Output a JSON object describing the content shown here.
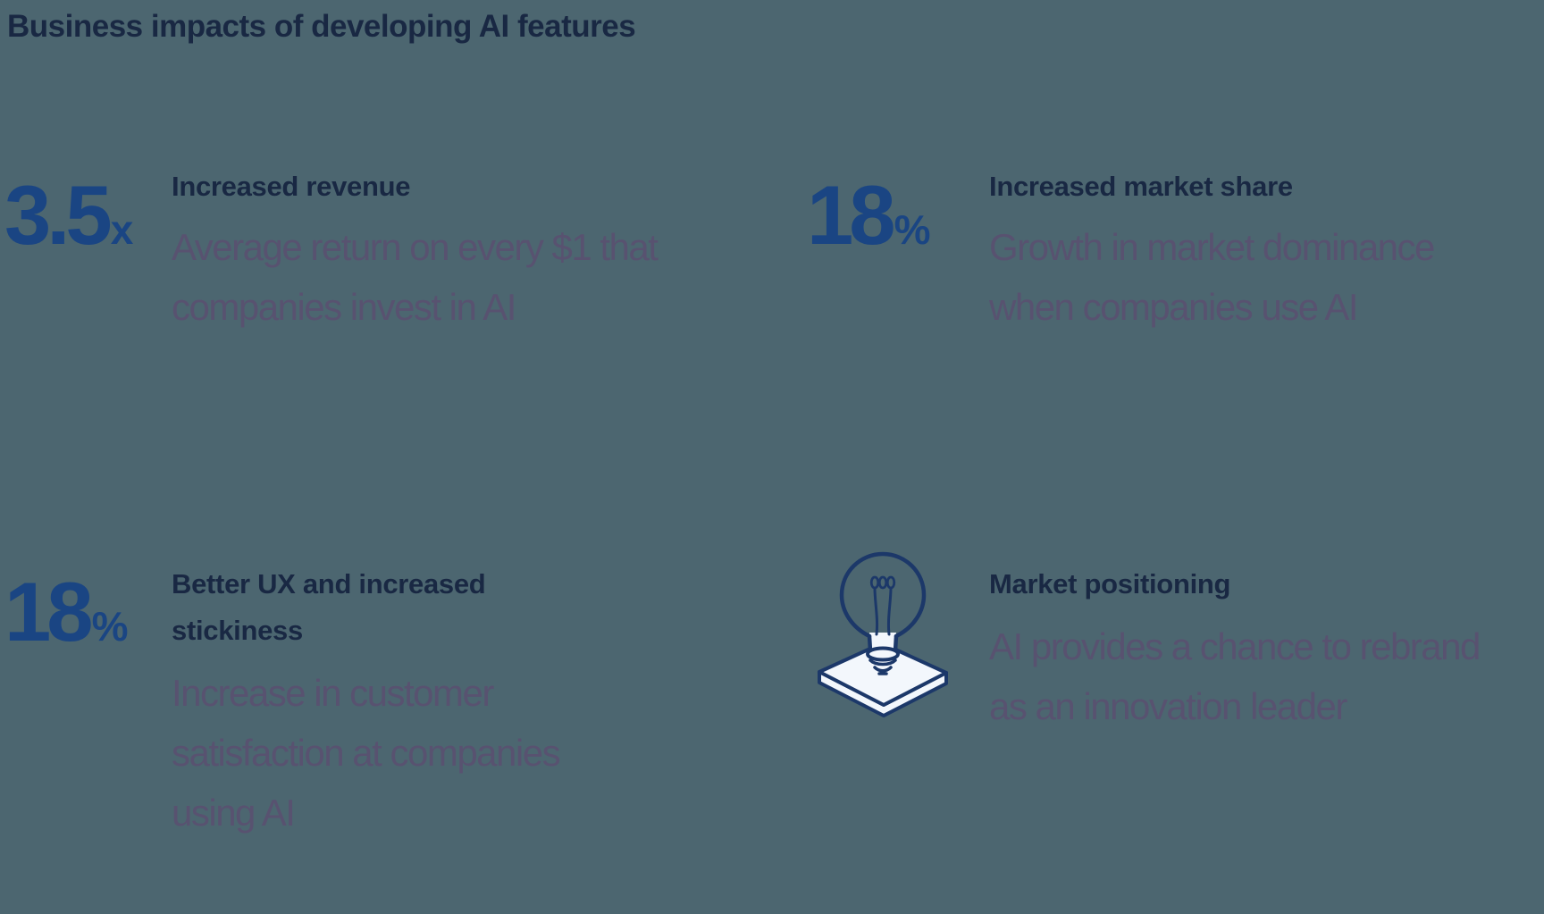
{
  "page": {
    "title": "Business impacts of developing AI features"
  },
  "colors": {
    "background": "#4C6670",
    "heading_navy": "#192843",
    "stat_blue": "#1A4583",
    "description_muted_purple": "#585270",
    "icon_stroke_navy": "#1C3869",
    "icon_platform_fill": "#F3F7FC"
  },
  "cards": [
    {
      "stat_value": "3.5",
      "stat_unit": "x",
      "heading": "Increased revenue",
      "description": "Average return on every $1 that\ncompanies invest in AI"
    },
    {
      "stat_value": "18",
      "stat_unit": "%",
      "heading": "Increased market share",
      "description": "Growth in market dominance\nwhen companies use AI"
    },
    {
      "stat_value": "18",
      "stat_unit": "%",
      "heading": "Better UX and increased\nstickiness",
      "description": "Increase in customer\nsatisfaction at companies\nusing AI"
    },
    {
      "icon": "lightbulb-idea-icon",
      "heading": "Market positioning",
      "description": "AI provides a chance to rebrand\nas an innovation leader"
    }
  ]
}
